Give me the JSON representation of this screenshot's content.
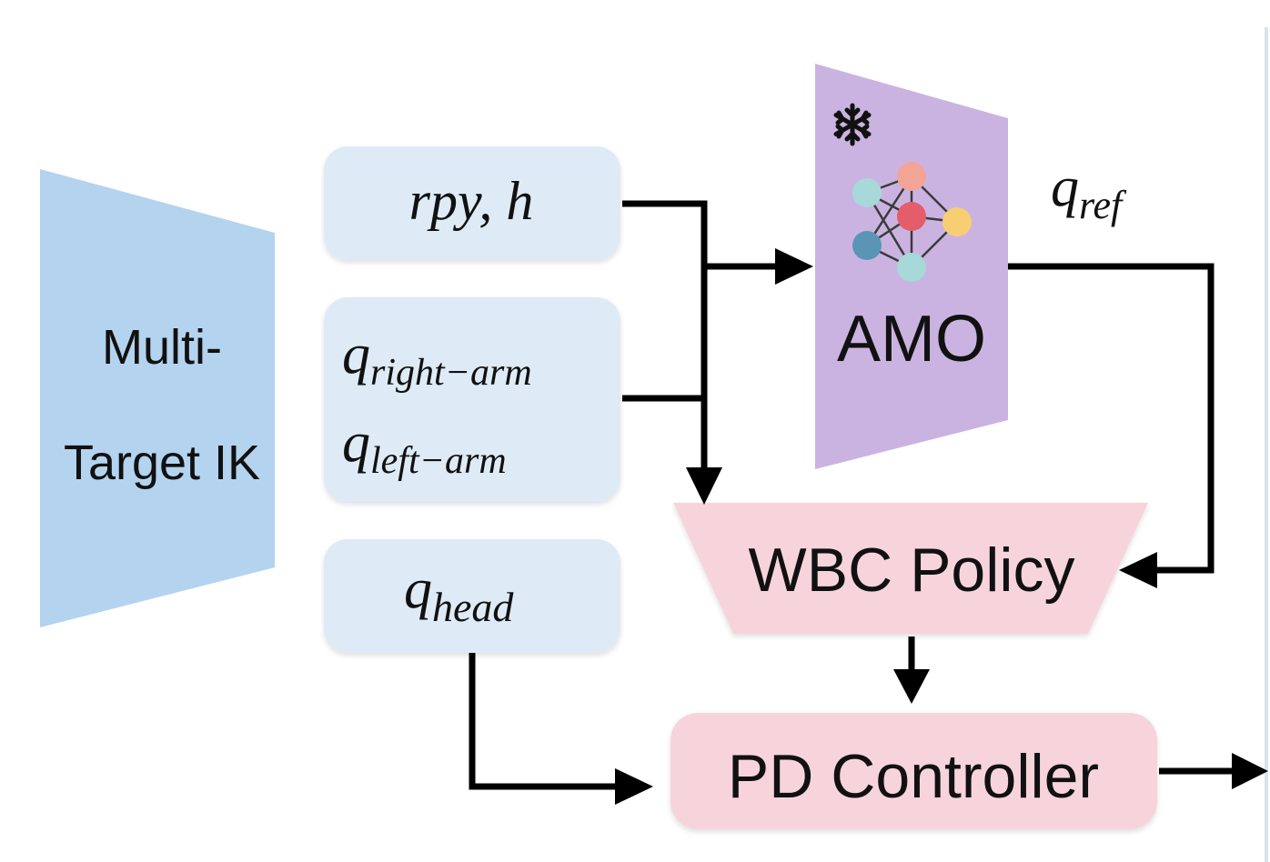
{
  "ik_block": {
    "line1": "Multi-",
    "line2": "Target IK"
  },
  "signals": {
    "rpy_h": "rpy, h",
    "right_arm": {
      "main": "q",
      "sub": "right−arm"
    },
    "left_arm": {
      "main": "q",
      "sub": "left−arm"
    },
    "head": {
      "main": "q",
      "sub": "head"
    },
    "q_ref": {
      "main": "q",
      "sub": "ref"
    }
  },
  "amo_block": {
    "label": "AMO",
    "frozen_icon": "snowflake-icon",
    "network_icon": "neural-network-icon"
  },
  "wbc_block": {
    "label": "WBC Policy"
  },
  "pd_block": {
    "label": "PD Controller"
  },
  "colors": {
    "ik": "#b4d3ef",
    "signal_box": "#deebf7",
    "amo": "#cbb3e1",
    "wbc": "#f7d4dc",
    "pd": "#f7d4dc",
    "node_colors": [
      "#f2a496",
      "#a7d8da",
      "#e35d6a",
      "#f7cf72",
      "#5a95b5"
    ]
  }
}
